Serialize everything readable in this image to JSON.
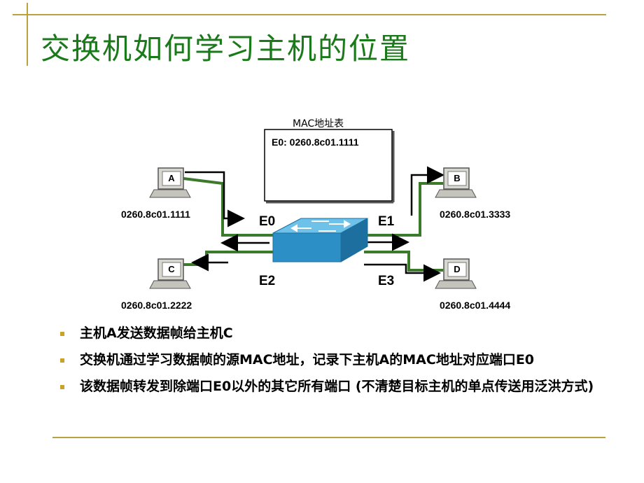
{
  "slide": {
    "title": "交换机如何学习主机的位置"
  },
  "mac_table": {
    "title": "MAC地址表",
    "entry": "E0:  0260.8c01.1111"
  },
  "hosts": {
    "a": {
      "letter": "A",
      "mac": "0260.8c01.1111"
    },
    "b": {
      "letter": "B",
      "mac": "0260.8c01.3333"
    },
    "c": {
      "letter": "C",
      "mac": "0260.8c01.2222"
    },
    "d": {
      "letter": "D",
      "mac": "0260.8c01.4444"
    }
  },
  "ports": {
    "e0": "E0",
    "e1": "E1",
    "e2": "E2",
    "e3": "E3"
  },
  "bullets": [
    "主机A发送数据帧给主机C",
    "交换机通过学习数据帧的源MAC地址，记录下主机A的MAC地址对应端口E0",
    "该数据帧转发到除端口E0以外的其它所有端口 (不清楚目标主机的单点传送用泛洪方式)"
  ],
  "colors": {
    "title": "#1a7a1a",
    "link": "#3a7a2a",
    "switch": "#3399cc",
    "frame": "#b7a33f"
  }
}
